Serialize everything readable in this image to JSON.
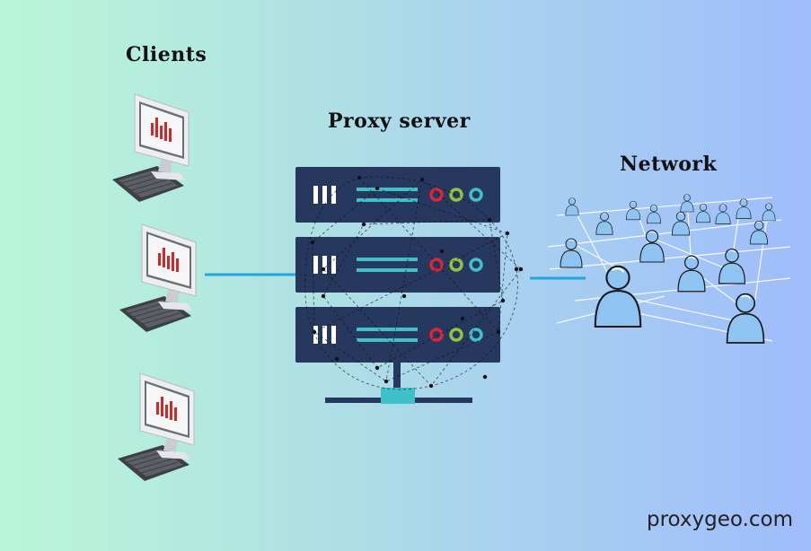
{
  "labels": {
    "clients": "Clients",
    "proxy_server": "Proxy server",
    "network": "Network"
  },
  "watermark": "proxygeo.com",
  "colors": {
    "server_body": "#27385f",
    "accent_teal": "#3fc1c9",
    "led_red": "#d9263a",
    "led_green": "#8cc63f",
    "connector": "#1fa6e0",
    "person_fill": "#8fc3f2",
    "chart_bar": "#cc2a2a"
  },
  "icons": {
    "client": "desktop-computer-icon",
    "server": "server-rack-icon",
    "person": "person-icon"
  }
}
